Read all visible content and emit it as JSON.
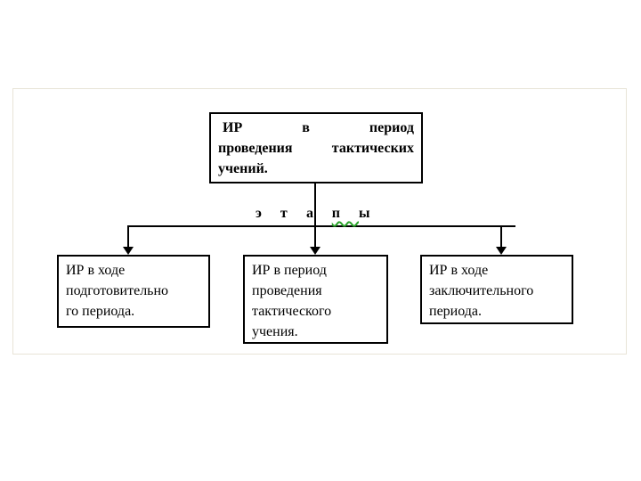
{
  "page": {
    "background_color": "#ffffff",
    "frame_border_color": "#e8e4d7",
    "box_border_color": "#000000",
    "text_color": "#000000",
    "spellcheck_squiggle_color": "#2aa12a"
  },
  "diagram": {
    "top_box": {
      "full_text": "ИР в период проведения тактических учений.",
      "lines": [
        "ИР в период",
        "проведения тактических",
        "учений."
      ]
    },
    "stage_label": {
      "full_text": "этапы",
      "before": "эта",
      "misspelled": "п",
      "after": "ы"
    },
    "branch_boxes": [
      {
        "full_text": "ИР в ходе подготовительного периода.",
        "lines": [
          "ИР в ходе",
          "подготовительно",
          "го периода."
        ]
      },
      {
        "full_text": "ИР в период проведения тактического учения.",
        "lines": [
          "ИР в период",
          "проведения",
          "тактического",
          "учения."
        ]
      },
      {
        "full_text": "ИР в ходе заключительного периода.",
        "lines": [
          "ИР в ходе",
          "заключительного",
          "периода."
        ]
      }
    ]
  }
}
